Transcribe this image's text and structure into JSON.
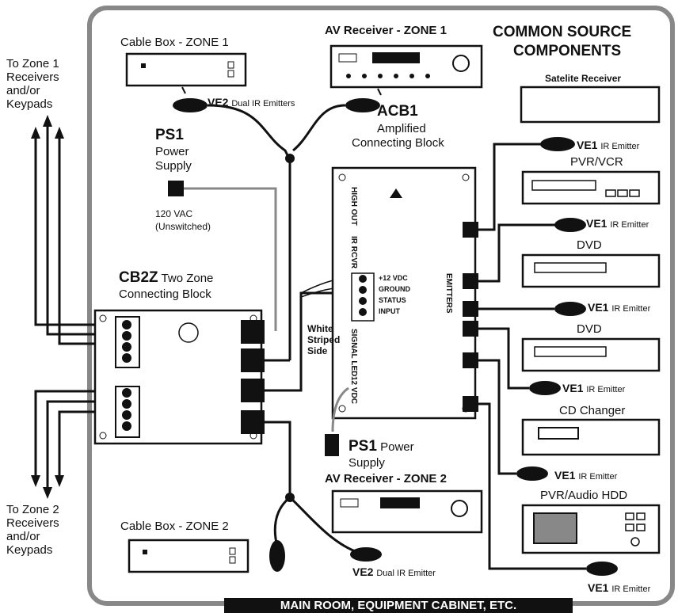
{
  "left_labels": {
    "zone1": "To Zone 1 Receivers and/or Keypads",
    "zone2": "To Zone 2 Receivers and/or Keypads"
  },
  "devices": {
    "cable_box_zone1": "Cable Box - ZONE 1",
    "av_receiver_zone1": "AV Receiver - ZONE 1",
    "av_receiver_zone2": "AV Receiver - ZONE 2",
    "cable_box_zone2": "Cable Box - ZONE 2"
  },
  "common_source": {
    "title_line1": "COMMON SOURCE",
    "title_line2": "COMPONENTS",
    "sources": [
      "Satelite Receiver",
      "PVR/VCR",
      "DVD",
      "DVD",
      "CD Changer",
      "PVR/Audio HDD"
    ]
  },
  "ps1_top": {
    "name": "PS1",
    "line1": "Power",
    "line2": "Supply",
    "voltage": "120 VAC",
    "note": "(Unswitched)"
  },
  "ps1_bottom": {
    "name": "PS1",
    "label": "Power",
    "line2": "Supply"
  },
  "cb2z": {
    "name": "CB2Z",
    "label": "Two Zone",
    "line2": "Connecting Block"
  },
  "acb1": {
    "name": "ACB1",
    "line1": "Amplified",
    "line2": "Connecting Block",
    "terminals": [
      "+12 VDC",
      "GROUND",
      "STATUS",
      "INPUT"
    ],
    "side_labels": [
      "HIGH OUT",
      "IR RCVR",
      "SIGNAL LED",
      "12 VDC",
      "EMITTERS"
    ]
  },
  "white_striped": "White Striped Side",
  "emitters": {
    "ve2_label": "VE2",
    "ve2_text": "Dual IR Emitters",
    "ve2_bottom_text": "Dual IR Emitter",
    "ve1_label": "VE1",
    "ve1_text": "IR Emitter"
  },
  "banner": "MAIN ROOM, EQUIPMENT CABINET, ETC.",
  "colors": {
    "line": "#111111",
    "device_fill": "#ffffff",
    "border": "#777777"
  }
}
